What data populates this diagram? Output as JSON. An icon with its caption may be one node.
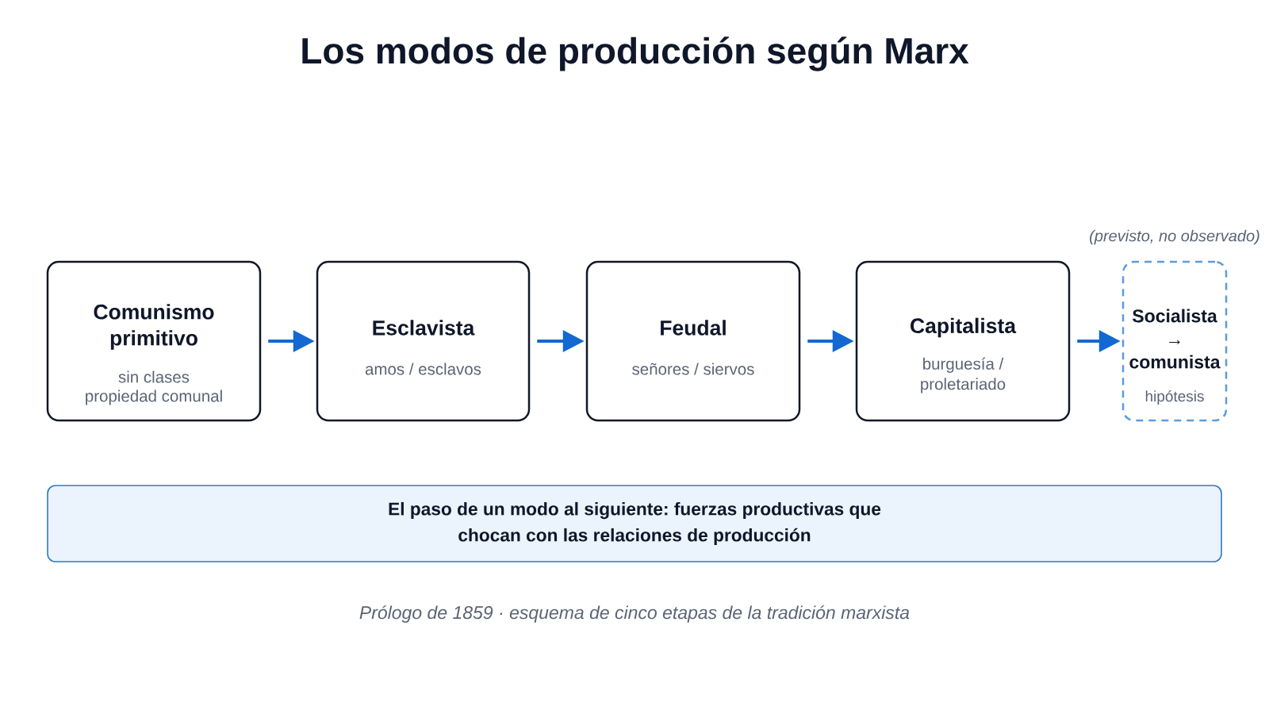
{
  "diagram": {
    "title": "Los modos de producción según Marx",
    "caption": "Prólogo de 1859 · esquema de cinco etapas de la tradición marxista",
    "nodes": [
      {
        "text": [
          "Comunismo primitivo",
          "sin clases",
          "propiedad comunal"
        ]
      },
      {
        "text": [
          "Esclavista",
          "amos / esclavos"
        ]
      },
      {
        "text": [
          "Feudal",
          "señores / siervos"
        ]
      },
      {
        "text": [
          "Capitalista",
          "burguesía / proletariado"
        ]
      },
      {
        "text": [
          "Socialista → comunista",
          "hipótesis"
        ],
        "beside": [
          "(previsto, no observado)"
        ]
      },
      {
        "text": [
          "El paso de un modo al siguiente: fuerzas productivas que chocan con las relaciones de producción"
        ]
      }
    ],
    "edges": [
      {
        "from": 0,
        "to": 1,
        "arrow": "to"
      },
      {
        "from": 1,
        "to": 2,
        "arrow": "to"
      },
      {
        "from": 2,
        "to": 3,
        "arrow": "to"
      },
      {
        "from": 3,
        "to": 4,
        "arrow": "to"
      }
    ]
  }
}
